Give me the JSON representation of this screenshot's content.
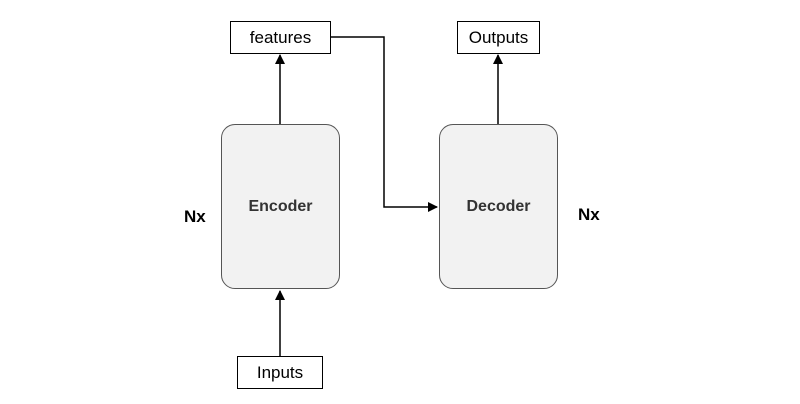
{
  "diagram": {
    "inputs_label": "Inputs",
    "features_label": "features",
    "outputs_label": "Outputs",
    "encoder_label": "Encoder",
    "decoder_label": "Decoder",
    "encoder_repeat": "Nx",
    "decoder_repeat": "Nx"
  },
  "colors": {
    "block_fill": "#f2f2f2",
    "block_border": "#555555",
    "line": "#000000"
  }
}
